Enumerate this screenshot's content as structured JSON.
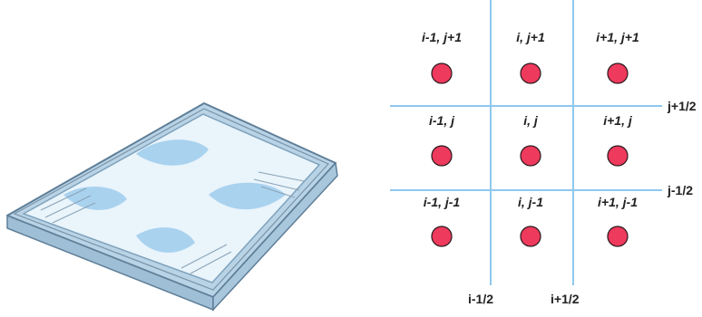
{
  "colors": {
    "grid_line": "#8ec8ef",
    "dot_fill": "#ee3a5c",
    "dot_stroke": "#2a1a1e",
    "text": "#222222",
    "dish_glass": "#cfe6f6",
    "dish_edge": "#5f7f98"
  },
  "illustration": {
    "icon": "petri-dish-icon"
  },
  "grid": {
    "cells": [
      {
        "label": "i-1, j+1"
      },
      {
        "label": "i, j+1"
      },
      {
        "label": "i+1, j+1"
      },
      {
        "label": "i-1, j"
      },
      {
        "label": "i, j"
      },
      {
        "label": "i+1, j"
      },
      {
        "label": "i-1, j-1"
      },
      {
        "label": "i, j-1"
      },
      {
        "label": "i+1, j-1"
      }
    ],
    "horizontal_lines": [
      {
        "label": "j+1/2"
      },
      {
        "label": "j-1/2"
      }
    ],
    "vertical_lines": [
      {
        "label": "i-1/2"
      },
      {
        "label": "i+1/2"
      }
    ]
  }
}
